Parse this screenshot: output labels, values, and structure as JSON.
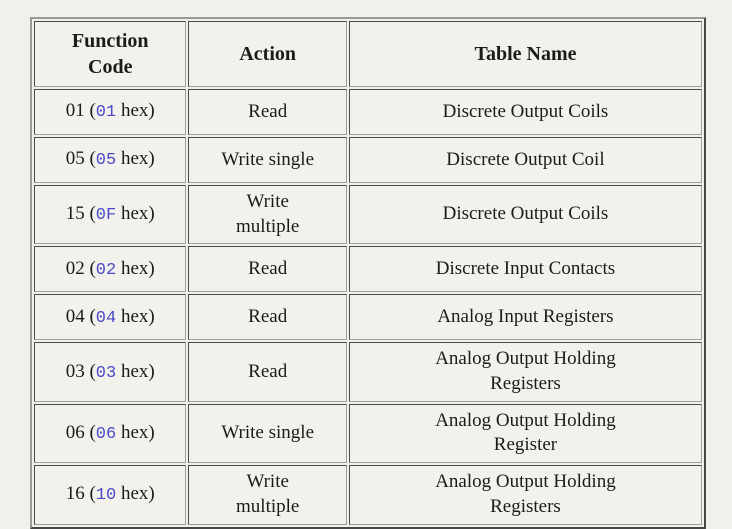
{
  "colors": {
    "page_background": "#f1f0ea",
    "cell_background": "#f2f1eb",
    "border": "#9a9a9a",
    "body_text": "#1b1b1b",
    "hex_code_text": "#4a4ac8"
  },
  "table": {
    "columns": [
      {
        "label": "Function\nCode"
      },
      {
        "label": "Action"
      },
      {
        "label": "Table Name"
      }
    ],
    "rows": [
      {
        "code_prefix": "01 (",
        "code_hex": "01",
        "code_suffix": " hex)",
        "action": "Read",
        "table_name": "Discrete Output Coils"
      },
      {
        "code_prefix": "05 (",
        "code_hex": "05",
        "code_suffix": " hex)",
        "action": "Write single",
        "table_name": "Discrete Output Coil"
      },
      {
        "code_prefix": "15 (",
        "code_hex": "0F",
        "code_suffix": " hex)",
        "action": "Write\nmultiple",
        "table_name": "Discrete Output Coils"
      },
      {
        "code_prefix": "02 (",
        "code_hex": "02",
        "code_suffix": " hex)",
        "action": "Read",
        "table_name": "Discrete Input Contacts"
      },
      {
        "code_prefix": "04 (",
        "code_hex": "04",
        "code_suffix": " hex)",
        "action": "Read",
        "table_name": "Analog Input Registers"
      },
      {
        "code_prefix": "03 (",
        "code_hex": "03",
        "code_suffix": " hex)",
        "action": "Read",
        "table_name": "Analog Output Holding\nRegisters"
      },
      {
        "code_prefix": "06 (",
        "code_hex": "06",
        "code_suffix": " hex)",
        "action": "Write single",
        "table_name": "Analog Output Holding\nRegister"
      },
      {
        "code_prefix": "16 (",
        "code_hex": "10",
        "code_suffix": " hex)",
        "action": "Write\nmultiple",
        "table_name": "Analog Output Holding\nRegisters"
      }
    ]
  }
}
